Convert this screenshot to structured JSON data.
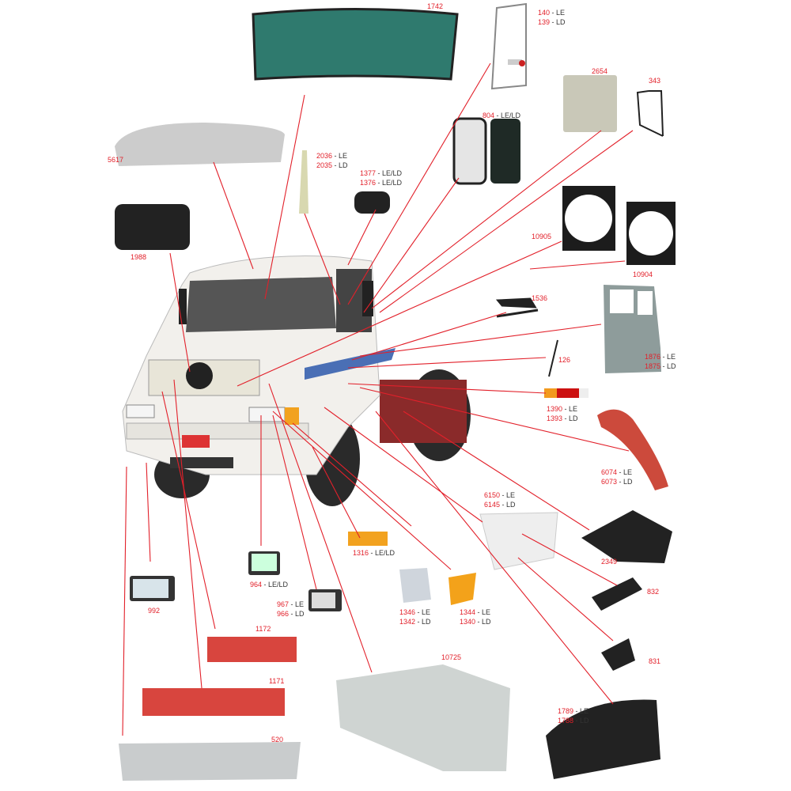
{
  "colors": {
    "accent": "#e2202a",
    "text": "#333333"
  },
  "parts": [
    {
      "id": "windshield",
      "lines": [
        {
          "code": "1742",
          "side": ""
        }
      ]
    },
    {
      "id": "mirror-big",
      "lines": [
        {
          "code": "140",
          "side": "- LE"
        },
        {
          "code": "139",
          "side": "- LD"
        }
      ]
    },
    {
      "id": "rear-window",
      "lines": [
        {
          "code": "2654",
          "side": ""
        }
      ]
    },
    {
      "id": "mirror-bracket",
      "lines": [
        {
          "code": "343",
          "side": ""
        }
      ]
    },
    {
      "id": "mirror-small",
      "lines": [
        {
          "code": "804",
          "side": "- LE/LD"
        }
      ]
    },
    {
      "id": "roof-visor",
      "lines": [
        {
          "code": "5617",
          "side": ""
        }
      ]
    },
    {
      "id": "door-seal",
      "lines": [
        {
          "code": "2036",
          "side": "- LE"
        },
        {
          "code": "2035",
          "side": "- LD"
        }
      ]
    },
    {
      "id": "marker-lamp",
      "lines": [
        {
          "code": "1377",
          "side": "- LE/LD"
        },
        {
          "code": "1376",
          "side": "- LE/LD"
        }
      ]
    },
    {
      "id": "coolant-tank",
      "lines": [
        {
          "code": "1988",
          "side": ""
        }
      ]
    },
    {
      "id": "fan-shroud-a",
      "lines": [
        {
          "code": "10905",
          "side": ""
        }
      ]
    },
    {
      "id": "fan-shroud-b",
      "lines": [
        {
          "code": "10904",
          "side": ""
        }
      ]
    },
    {
      "id": "door-handle",
      "lines": [
        {
          "code": "1536",
          "side": ""
        }
      ]
    },
    {
      "id": "door",
      "lines": [
        {
          "code": "1876",
          "side": "- LE"
        },
        {
          "code": "1875",
          "side": "- LD"
        }
      ]
    },
    {
      "id": "gas-spring",
      "lines": [
        {
          "code": "126",
          "side": ""
        }
      ]
    },
    {
      "id": "tail-lamp",
      "lines": [
        {
          "code": "1390",
          "side": "- LE"
        },
        {
          "code": "1393",
          "side": "- LD"
        }
      ]
    },
    {
      "id": "rear-fender",
      "lines": [
        {
          "code": "6074",
          "side": "- LE"
        },
        {
          "code": "6073",
          "side": "- LD"
        }
      ]
    },
    {
      "id": "step-box",
      "lines": [
        {
          "code": "6150",
          "side": "- LE"
        },
        {
          "code": "6145",
          "side": "- LD"
        }
      ]
    },
    {
      "id": "battery-box",
      "lines": [
        {
          "code": "2349",
          "side": ""
        }
      ]
    },
    {
      "id": "step-plate-a",
      "lines": [
        {
          "code": "832",
          "side": ""
        }
      ]
    },
    {
      "id": "step-plate-b",
      "lines": [
        {
          "code": "831",
          "side": ""
        }
      ]
    },
    {
      "id": "side-marker",
      "lines": [
        {
          "code": "1316",
          "side": "- LE/LD"
        }
      ]
    },
    {
      "id": "headlamp",
      "lines": [
        {
          "code": "964",
          "side": "- LE/LD"
        }
      ]
    },
    {
      "id": "aux-headlamp",
      "lines": [
        {
          "code": "967",
          "side": "- LE"
        },
        {
          "code": "966",
          "side": "- LD"
        }
      ]
    },
    {
      "id": "fog-lamp",
      "lines": [
        {
          "code": "992",
          "side": ""
        }
      ]
    },
    {
      "id": "turn-signal-clear",
      "lines": [
        {
          "code": "1346",
          "side": "- LE"
        },
        {
          "code": "1342",
          "side": "- LD"
        }
      ]
    },
    {
      "id": "turn-signal-amber",
      "lines": [
        {
          "code": "1344",
          "side": "- LE"
        },
        {
          "code": "1340",
          "side": "- LD"
        }
      ]
    },
    {
      "id": "grille-upper",
      "lines": [
        {
          "code": "1172",
          "side": ""
        }
      ]
    },
    {
      "id": "hood",
      "lines": [
        {
          "code": "10725",
          "side": ""
        }
      ]
    },
    {
      "id": "grille-lower",
      "lines": [
        {
          "code": "1171",
          "side": ""
        }
      ]
    },
    {
      "id": "bumper",
      "lines": [
        {
          "code": "520",
          "side": ""
        }
      ]
    },
    {
      "id": "front-fender",
      "lines": [
        {
          "code": "1789",
          "side": "- LE"
        },
        {
          "code": "1788",
          "side": "- LD"
        }
      ]
    }
  ]
}
